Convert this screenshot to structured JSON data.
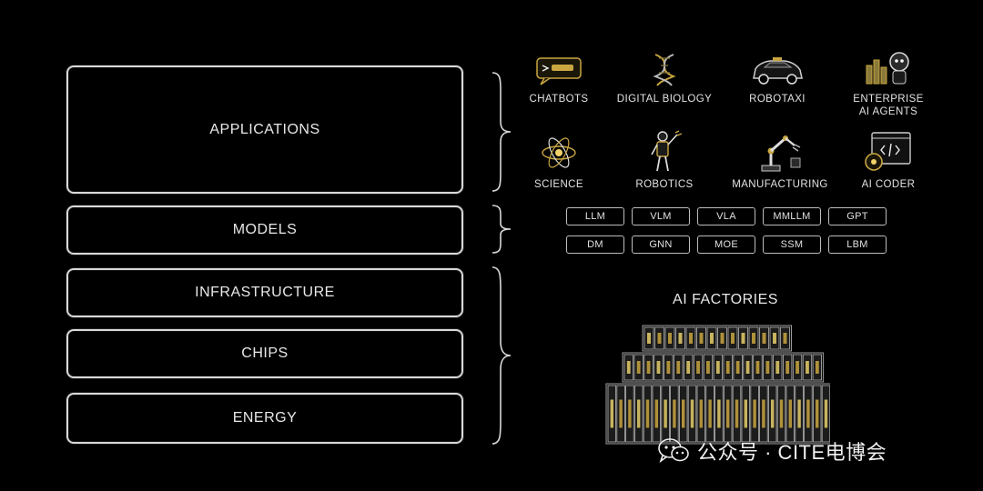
{
  "stack": {
    "applications": "APPLICATIONS",
    "models": "MODELS",
    "infrastructure": "INFRASTRUCTURE",
    "chips": "CHIPS",
    "energy": "ENERGY"
  },
  "applications": {
    "items": [
      {
        "label": "CHATBOTS",
        "icon": "chat-bubble-icon"
      },
      {
        "label": "DIGITAL BIOLOGY",
        "icon": "dna-icon"
      },
      {
        "label": "ROBOTAXI",
        "icon": "car-icon"
      },
      {
        "label": "ENTERPRISE\nAI AGENTS",
        "icon": "agent-robot-icon"
      },
      {
        "label": "SCIENCE",
        "icon": "atom-icon"
      },
      {
        "label": "ROBOTICS",
        "icon": "humanoid-robot-icon"
      },
      {
        "label": "MANUFACTURING",
        "icon": "robot-arm-icon"
      },
      {
        "label": "AI CODER",
        "icon": "code-window-icon"
      }
    ]
  },
  "models": {
    "row1": [
      "LLM",
      "VLM",
      "VLA",
      "MMLLM",
      "GPT"
    ],
    "row2": [
      "DM",
      "GNN",
      "MOE",
      "SSM",
      "LBM"
    ]
  },
  "factories": {
    "title": "AI FACTORIES"
  },
  "watermark": {
    "text": "公众号 · CITE电博会",
    "icon": "wechat-icon"
  },
  "colors": {
    "background": "#000000",
    "line": "#d8d8d8",
    "accent_gold": "#c9a640"
  }
}
